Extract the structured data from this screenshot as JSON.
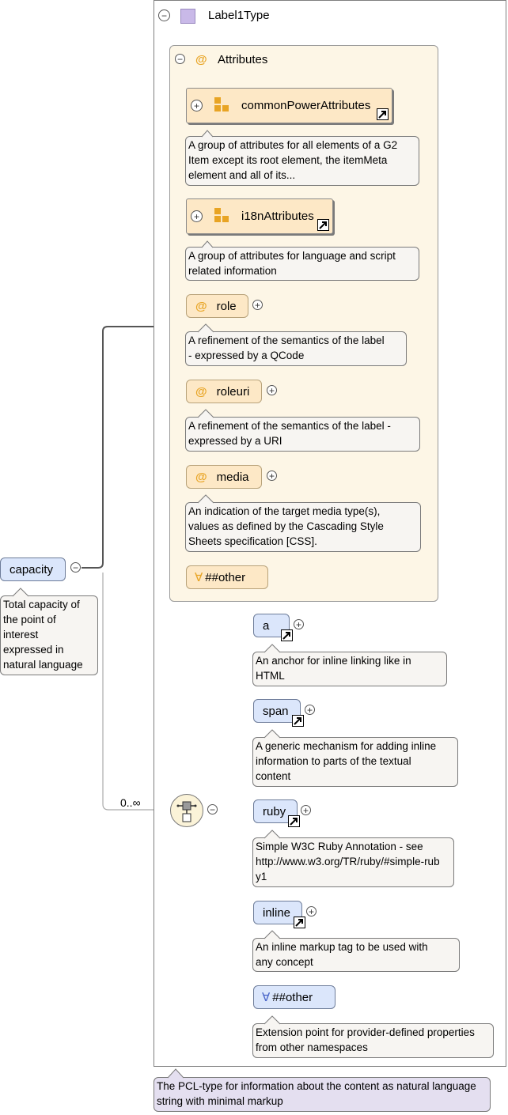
{
  "type_box": {
    "title": "Label1Type",
    "annotation": "The PCL-type for information about the content as natural language string with minimal markup"
  },
  "attributes": {
    "title": "Attributes",
    "items": [
      {
        "kind": "group",
        "name": "commonPowerAttributes",
        "doc": [
          "A group of attributes for all elements of a G2",
          "Item except its root element, the itemMeta",
          "element and all of its..."
        ]
      },
      {
        "kind": "group",
        "name": "i18nAttributes",
        "doc": [
          "A group of attributes for language and script",
          "related information"
        ]
      },
      {
        "kind": "attribute",
        "name": "role",
        "doc": [
          "A refinement of the semantics of the label",
          "- expressed by a QCode"
        ]
      },
      {
        "kind": "attribute",
        "name": "roleuri",
        "doc": [
          "A refinement of the semantics of the label -",
          "expressed by a URI"
        ]
      },
      {
        "kind": "attribute",
        "name": "media",
        "doc": [
          "An indication of the target media type(s),",
          "values as defined by the Cascading Style",
          "Sheets specification [CSS]."
        ]
      },
      {
        "kind": "any",
        "name": "##other"
      }
    ]
  },
  "root": {
    "name": "capacity",
    "doc": [
      "Total capacity of",
      "the point of",
      "interest",
      "expressed in",
      "natural language"
    ]
  },
  "sequence": {
    "multiplicity": "0..∞"
  },
  "children": [
    {
      "name": "a",
      "doc": [
        "An anchor for inline linking like in",
        "HTML"
      ]
    },
    {
      "name": "span",
      "doc": [
        "A generic mechanism for adding inline",
        "information to parts of the textual",
        "content"
      ]
    },
    {
      "name": "ruby",
      "doc": [
        "Simple W3C Ruby Annotation - see",
        "http://www.w3.org/TR/ruby/#simple-rub",
        "y1"
      ]
    },
    {
      "name": "inline",
      "doc": [
        "An inline markup tag to be used with",
        "any concept"
      ]
    },
    {
      "name": "##other",
      "doc": [
        "Extension point for provider-defined properties",
        "from other namespaces"
      ]
    }
  ],
  "symbols": {
    "collapse": "−",
    "expand": "+",
    "at": "@",
    "any": "∀"
  },
  "colors": {
    "element": "#dbe6fb",
    "attribute": "#fde8c6",
    "attr_group_bg": "#fdf6e6",
    "annotation": "#f7f5f2",
    "type_annotation": "#e4dff0",
    "at_symbol": "#e8a424"
  }
}
